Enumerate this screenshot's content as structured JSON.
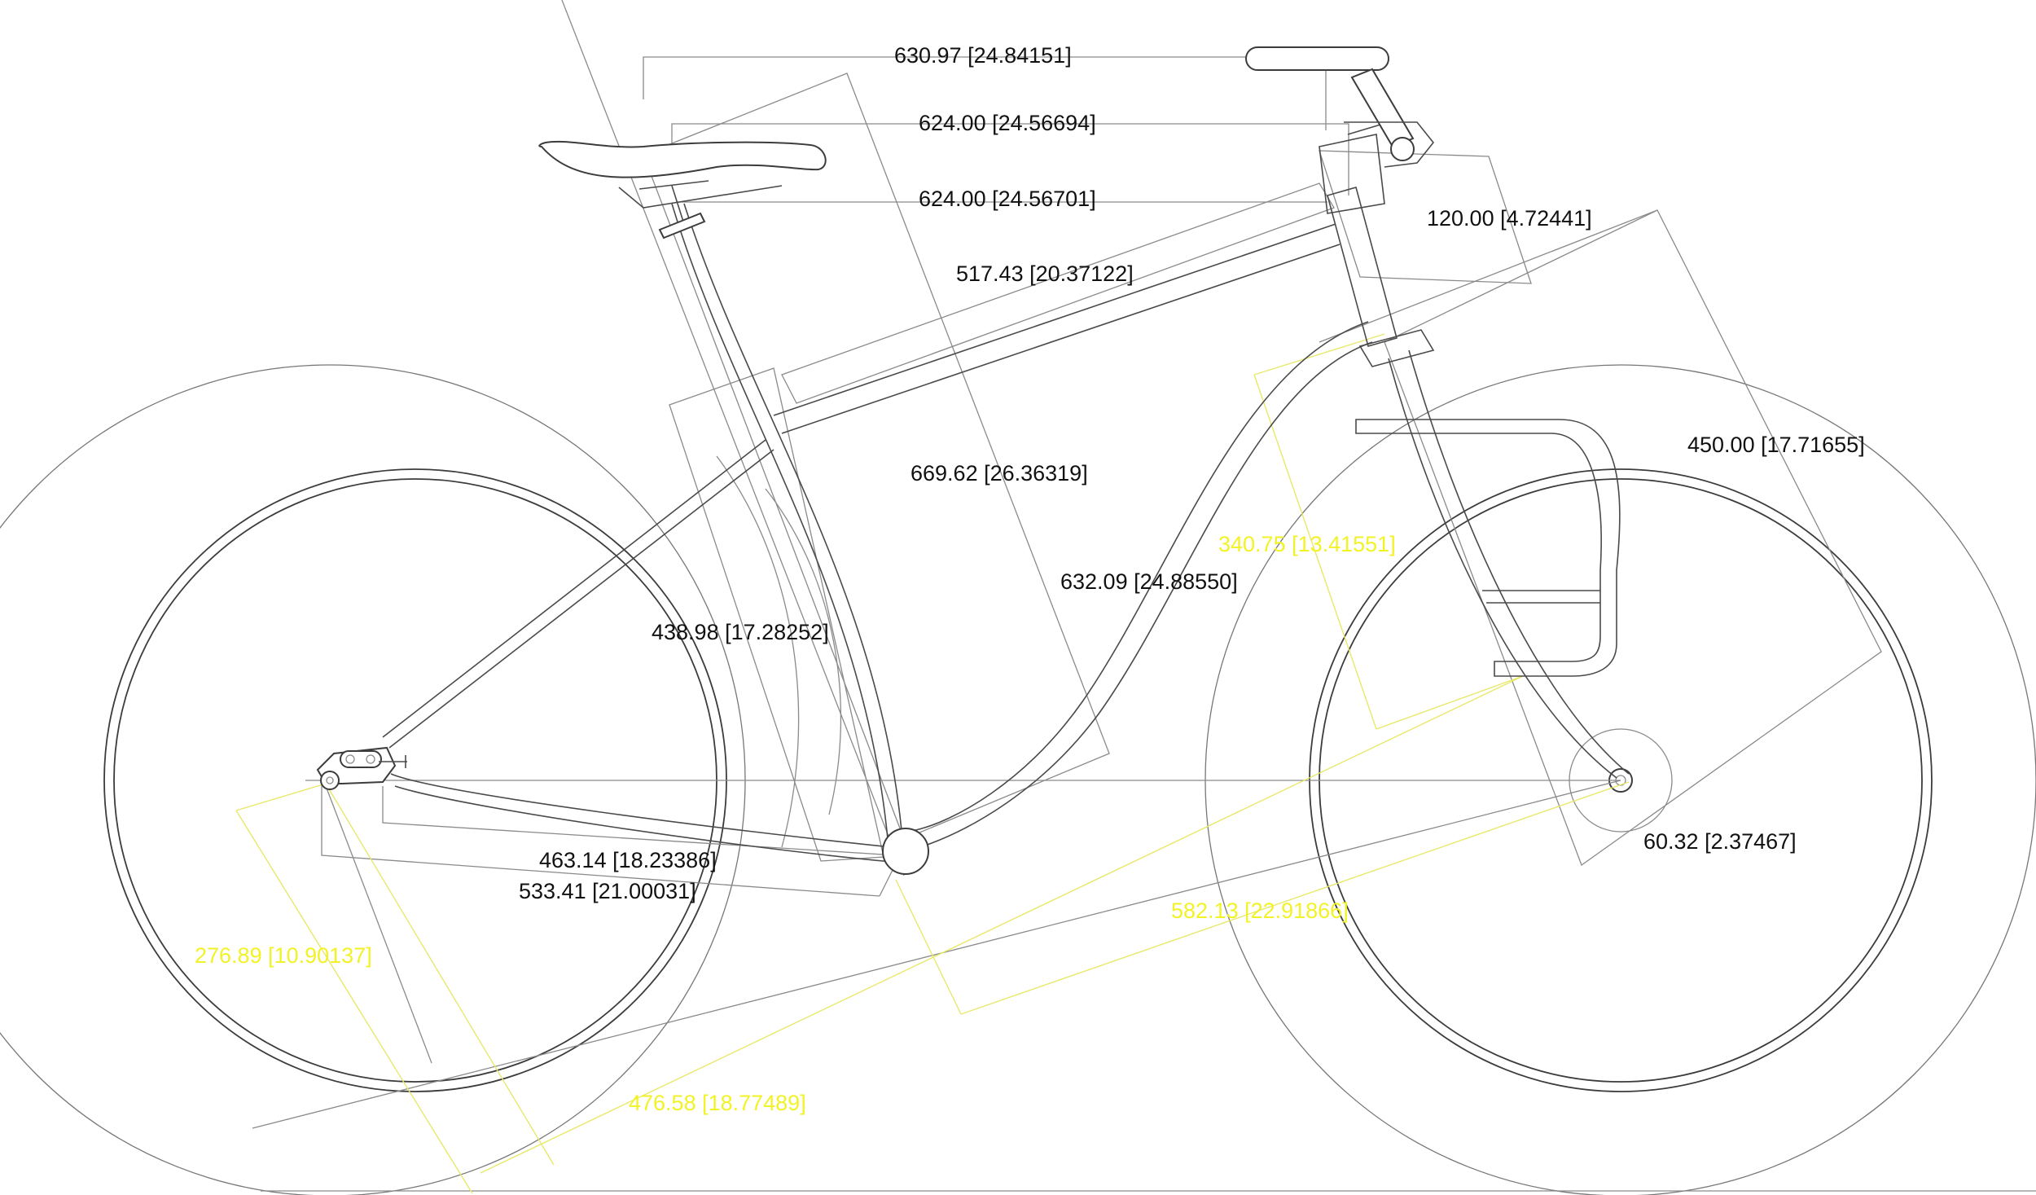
{
  "diagram": {
    "dimensions": [
      {
        "id": "handlebar-reach",
        "value": "630.97",
        "inches": "24.84151",
        "color": "black"
      },
      {
        "id": "stack-upper",
        "value": "624.00",
        "inches": "24.56694",
        "color": "black"
      },
      {
        "id": "stack-lower",
        "value": "624.00",
        "inches": "24.56701",
        "color": "black"
      },
      {
        "id": "head-tube-length",
        "value": "120.00",
        "inches": "4.72441",
        "color": "black"
      },
      {
        "id": "top-tube-length",
        "value": "517.43",
        "inches": "20.37122",
        "color": "black"
      },
      {
        "id": "fork-length",
        "value": "450.00",
        "inches": "17.71655",
        "color": "black"
      },
      {
        "id": "seat-height",
        "value": "669.62",
        "inches": "26.36319",
        "color": "black"
      },
      {
        "id": "front-center-upper",
        "value": "340.75",
        "inches": "13.41551",
        "color": "yellow"
      },
      {
        "id": "down-tube-length",
        "value": "632.09",
        "inches": "24.88550",
        "color": "black"
      },
      {
        "id": "seat-tube-length",
        "value": "438.98",
        "inches": "17.28252",
        "color": "black"
      },
      {
        "id": "fork-offset",
        "value": "60.32",
        "inches": "2.37467",
        "color": "black"
      },
      {
        "id": "chainstay-length",
        "value": "463.14",
        "inches": "18.23386",
        "color": "black"
      },
      {
        "id": "rear-center",
        "value": "533.41",
        "inches": "21.00031",
        "color": "black"
      },
      {
        "id": "front-center",
        "value": "582.13",
        "inches": "22.91866",
        "color": "yellow"
      },
      {
        "id": "rear-drop",
        "value": "276.89",
        "inches": "10.90137",
        "color": "yellow"
      },
      {
        "id": "wheelbase-lower",
        "value": "476.58",
        "inches": "18.77489",
        "color": "yellow"
      }
    ],
    "colors": {
      "line": "#8a8a8a",
      "frame": "#4a4a4a",
      "construction": "#e8e86a",
      "label": "#111111",
      "label_yellow": "#f2f227",
      "background": "#ffffff"
    }
  }
}
